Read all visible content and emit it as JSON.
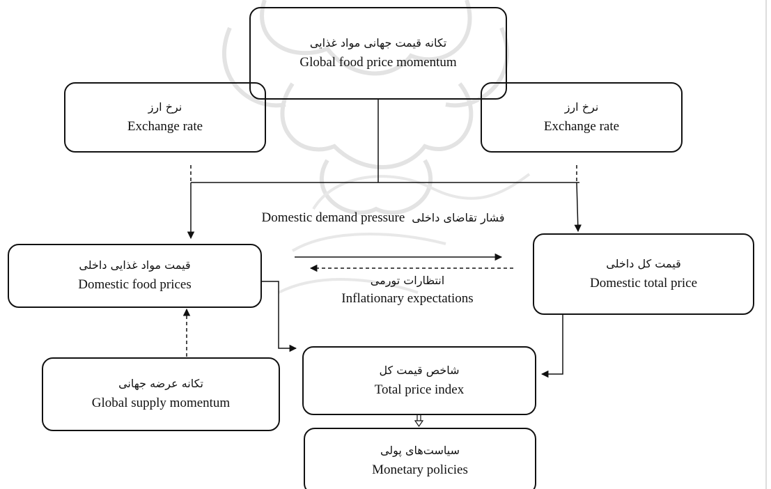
{
  "nodes": {
    "global_food": {
      "fa": "تکانه قیمت جهانی مواد غذایی",
      "en": "Global food price momentum"
    },
    "exchange_left": {
      "fa": "نرخ ارز",
      "en": "Exchange rate"
    },
    "exchange_right": {
      "fa": "نرخ ارز",
      "en": "Exchange rate"
    },
    "domestic_food": {
      "fa": "قیمت مواد غذایی داخلی",
      "en": "Domestic food prices"
    },
    "domestic_total": {
      "fa": "قیمت کل داخلی",
      "en": "Domestic total price"
    },
    "global_supply": {
      "fa": "تکانه عرضه جهانی",
      "en": "Global supply momentum"
    },
    "total_index": {
      "fa": "شاخص قیمت کل",
      "en": "Total price index"
    },
    "monetary": {
      "fa": "سیاست‌های پولی",
      "en": "Monetary policies"
    }
  },
  "labels": {
    "demand": {
      "fa": "فشار تقاضای داخلی",
      "en": "Domestic demand pressure"
    },
    "inflation": {
      "fa": "انتظارات تورمی",
      "en": "Inflationary expectations"
    }
  },
  "edges": [
    {
      "from": "global_food",
      "to": "domestic_food",
      "style": "solid"
    },
    {
      "from": "global_food",
      "to": "domestic_total",
      "style": "solid"
    },
    {
      "from": "exchange_left",
      "to": "domestic_food",
      "style": "dashed"
    },
    {
      "from": "exchange_right",
      "to": "domestic_total",
      "style": "dashed"
    },
    {
      "from": "domestic_food",
      "to": "domestic_total",
      "style": "solid"
    },
    {
      "from": "domestic_total",
      "to": "domestic_food",
      "style": "dashed"
    },
    {
      "from": "global_supply",
      "to": "domestic_food",
      "style": "dashed"
    },
    {
      "from": "domestic_food",
      "to": "total_index",
      "style": "solid"
    },
    {
      "from": "domestic_total",
      "to": "total_index",
      "style": "solid"
    },
    {
      "from": "total_index",
      "to": "monetary",
      "style": "double"
    }
  ],
  "colors": {
    "stroke": "#111111",
    "watermark": "#e3e3e3"
  }
}
